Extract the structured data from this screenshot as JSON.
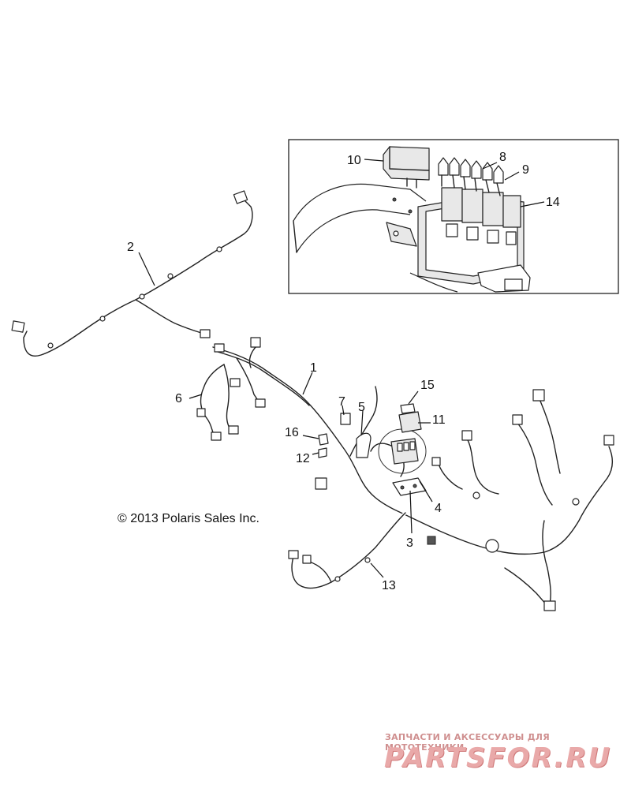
{
  "copyright": "© 2013 Polaris Sales Inc.",
  "watermark": {
    "tagline": "ЗАПЧАСТИ И АКСЕССУАРЫ ДЛЯ МОТОТЕХНИКИ",
    "logo": "PARTSFOR.RU",
    "color": "#e9a9a9"
  },
  "callouts": {
    "c1": "1",
    "c2": "2",
    "c3": "3",
    "c4": "4",
    "c5": "5",
    "c6": "6",
    "c7": "7",
    "c8": "8",
    "c9": "9",
    "c10": "10",
    "c11": "11",
    "c12": "12",
    "c13": "13",
    "c14": "14",
    "c15": "15",
    "c16": "16"
  }
}
